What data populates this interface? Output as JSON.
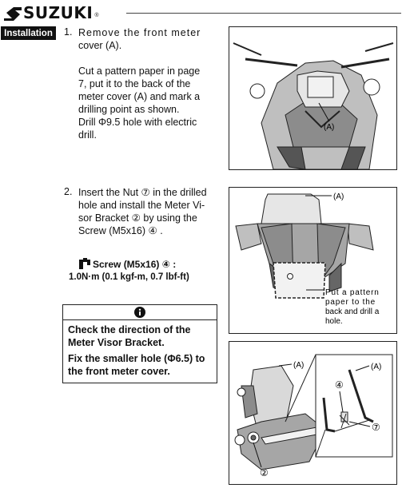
{
  "header": {
    "brand": "SUZUKI",
    "registered": "®",
    "section_badge": "Installation"
  },
  "step1": {
    "num": "1.",
    "line1": "Remove the front meter",
    "line2": "cover (A).",
    "para2": [
      "Cut a pattern paper in page",
      "7, put it to the back of the",
      "meter cover (A) and mark a",
      "drilling point as shown.",
      "Drill Φ9.5 hole with electric",
      "drill."
    ]
  },
  "step2": {
    "num": "2.",
    "lines": [
      "Insert the Nut ⑦ in the drilled",
      "hole and install the Meter Vi-",
      "sor Bracket ② by using the",
      "Screw (M5x16) ④ ."
    ]
  },
  "torque": {
    "line1": "Screw (M5x16) ④ :",
    "line2": "1.0N·m (0.1 kgf-m, 0.7 lbf-ft)"
  },
  "note": {
    "para1": [
      "Check the direction of the",
      "Meter Visor Bracket."
    ],
    "para2": [
      "Fix the smaller hole (Φ6.5) to",
      "the front meter cover."
    ]
  },
  "figures": {
    "fig1": {
      "label_a": "(A)"
    },
    "fig2": {
      "label_a": "(A)",
      "callout": [
        "Put a pattern",
        "paper to the",
        "back and drill a",
        "hole."
      ]
    },
    "fig3": {
      "label_a_left": "(A)",
      "label_a_right": "(A)",
      "label_2": "②",
      "label_4": "④",
      "label_7": "⑦"
    }
  }
}
